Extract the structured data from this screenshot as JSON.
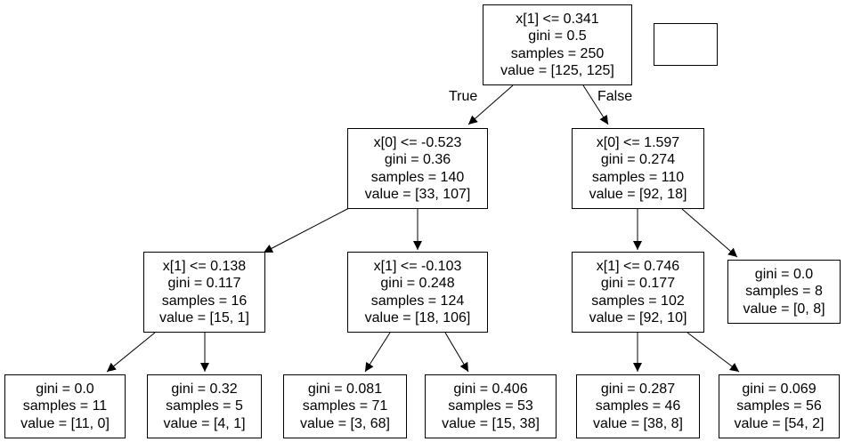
{
  "tree": {
    "nodes": [
      {
        "id": "n0",
        "lines": [
          "x[1] <= 0.341",
          "gini = 0.5",
          "samples = 250",
          "value = [125, 125]"
        ]
      },
      {
        "id": "n1",
        "lines": [
          "x[0] <= -0.523",
          "gini = 0.36",
          "samples = 140",
          "value = [33, 107]"
        ]
      },
      {
        "id": "n2",
        "lines": [
          "x[0] <= 1.597",
          "gini = 0.274",
          "samples = 110",
          "value = [92, 18]"
        ]
      },
      {
        "id": "n3",
        "lines": [
          "x[1] <= 0.138",
          "gini = 0.117",
          "samples = 16",
          "value = [15, 1]"
        ]
      },
      {
        "id": "n4",
        "lines": [
          "x[1] <= -0.103",
          "gini = 0.248",
          "samples = 124",
          "value = [18, 106]"
        ]
      },
      {
        "id": "n5",
        "lines": [
          "x[1] <= 0.746",
          "gini = 0.177",
          "samples = 102",
          "value = [92, 10]"
        ]
      },
      {
        "id": "n6",
        "lines": [
          "gini = 0.0",
          "samples = 8",
          "value = [0, 8]"
        ]
      },
      {
        "id": "n7",
        "lines": [
          "gini = 0.0",
          "samples = 11",
          "value = [11, 0]"
        ]
      },
      {
        "id": "n8",
        "lines": [
          "gini = 0.32",
          "samples = 5",
          "value = [4, 1]"
        ]
      },
      {
        "id": "n9",
        "lines": [
          "gini = 0.081",
          "samples = 71",
          "value = [3, 68]"
        ]
      },
      {
        "id": "n10",
        "lines": [
          "gini = 0.406",
          "samples = 53",
          "value = [15, 38]"
        ]
      },
      {
        "id": "n11",
        "lines": [
          "gini = 0.287",
          "samples = 46",
          "value = [38, 8]"
        ]
      },
      {
        "id": "n12",
        "lines": [
          "gini = 0.069",
          "samples = 56",
          "value = [54, 2]"
        ]
      }
    ],
    "edges": [
      {
        "from": "n0",
        "to": "n1",
        "label": "True"
      },
      {
        "from": "n0",
        "to": "n2",
        "label": "False"
      },
      {
        "from": "n1",
        "to": "n3",
        "label": ""
      },
      {
        "from": "n1",
        "to": "n4",
        "label": ""
      },
      {
        "from": "n2",
        "to": "n5",
        "label": ""
      },
      {
        "from": "n2",
        "to": "n6",
        "label": ""
      },
      {
        "from": "n3",
        "to": "n7",
        "label": ""
      },
      {
        "from": "n3",
        "to": "n8",
        "label": ""
      },
      {
        "from": "n4",
        "to": "n9",
        "label": ""
      },
      {
        "from": "n4",
        "to": "n10",
        "label": ""
      },
      {
        "from": "n5",
        "to": "n11",
        "label": ""
      },
      {
        "from": "n5",
        "to": "n12",
        "label": ""
      }
    ]
  }
}
